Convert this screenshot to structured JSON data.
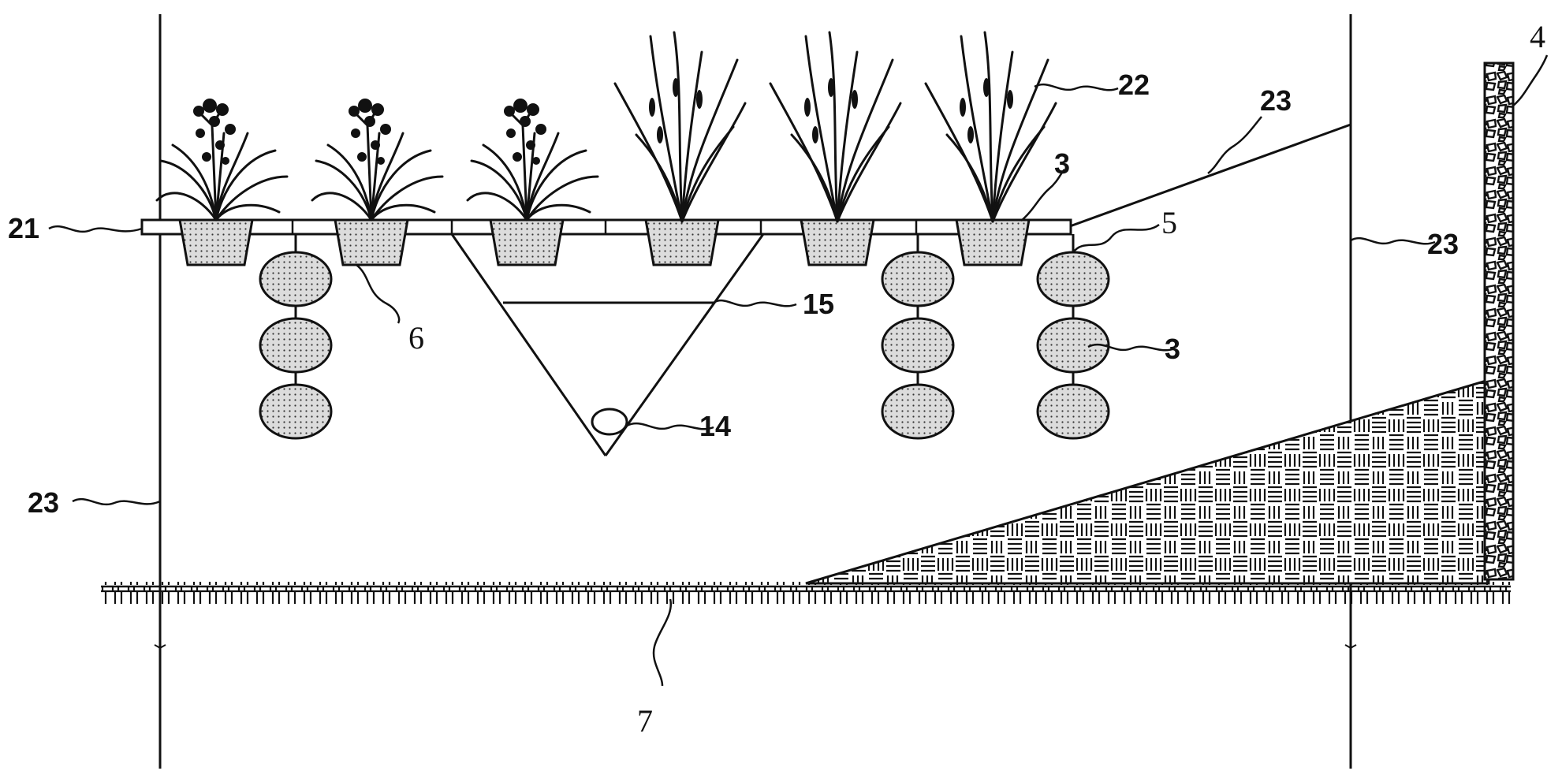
{
  "figure": {
    "background": "#ffffff",
    "line_color": "#111111",
    "dot_fill": "#d9d9d9",
    "labels": {
      "l21": "21",
      "l23_left": "23",
      "l6": "6",
      "l15": "15",
      "l14": "14",
      "l22": "22",
      "l23_top": "23",
      "l3_top": "3",
      "l5": "5",
      "l23_right": "23",
      "l3_mid": "3",
      "l4": "4",
      "l7": "7"
    }
  }
}
